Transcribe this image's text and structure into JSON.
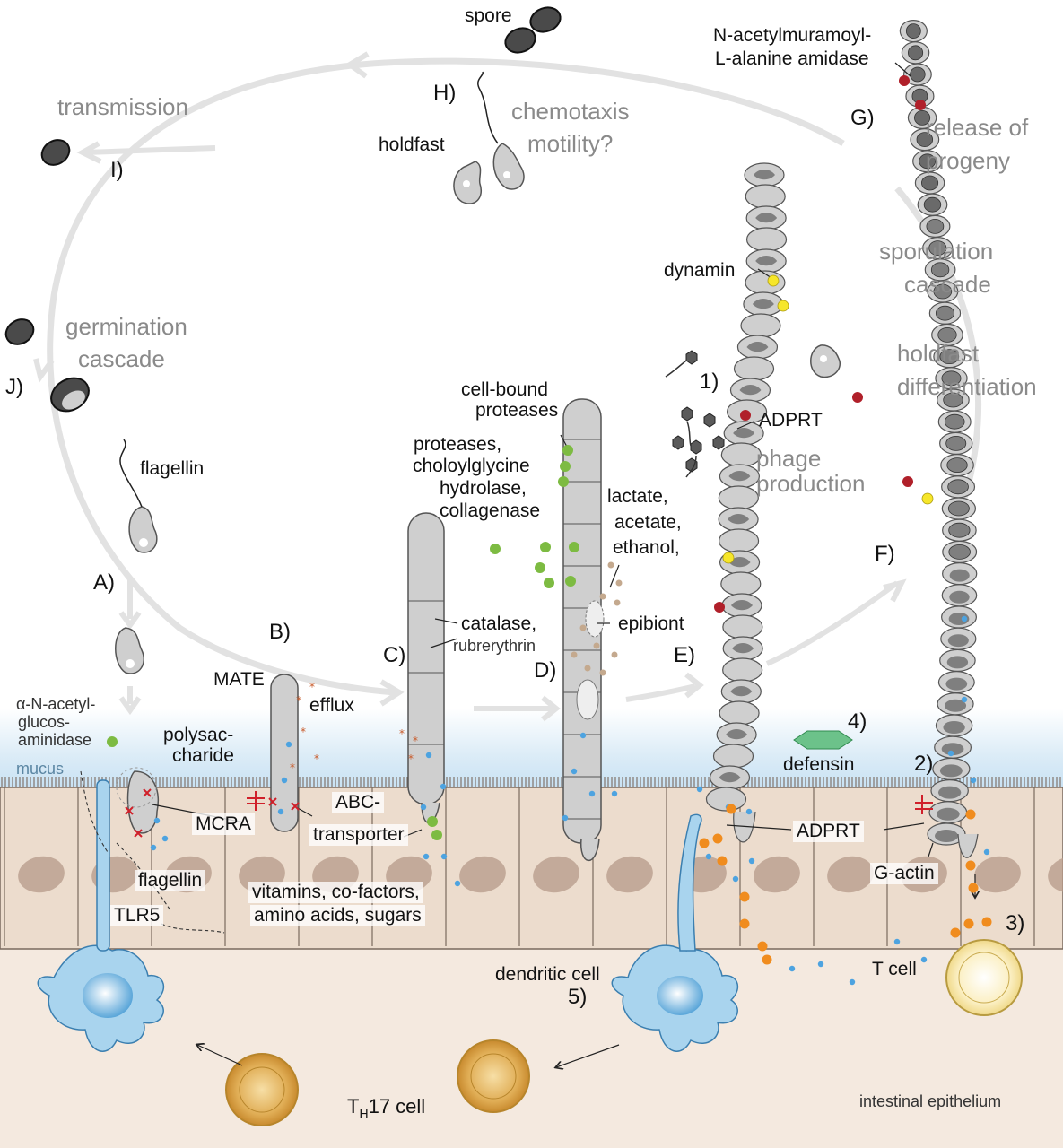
{
  "stages": {
    "spore": "spore",
    "transmission": "transmission",
    "i": "I)",
    "h": "H)",
    "chemotaxis_1": "chemotaxis",
    "chemotaxis_2": "motility?",
    "holdfast": "holdfast",
    "amidase_1": "N-acetylmuramoyl-",
    "amidase_2": "L-alanine amidase",
    "g": "G)",
    "release_1": "release of",
    "release_2": "progeny",
    "germination_1": "germination",
    "germination_2": "cascade",
    "j": "J)",
    "flagellin": "flagellin",
    "a": "A)",
    "b": "B)",
    "c": "C)",
    "d": "D)",
    "e": "E)",
    "f": "F)",
    "dynamin": "dynamin",
    "sporulation_1": "sporulation",
    "sporulation_2": "cascade",
    "holdfast_diff_1": "holdfast",
    "holdfast_diff_2": "differentiation",
    "one": "1)",
    "adprt_top": "ADPRT",
    "phage_1": "phage",
    "phage_2": "production",
    "cellbound_1": "cell-bound",
    "cellbound_2": "proteases",
    "proteases_1": "proteases,",
    "proteases_2": "choloylglycine",
    "proteases_3": "hydrolase,",
    "proteases_4": "collagenase",
    "lactate_1": "lactate,",
    "lactate_2": "acetate,",
    "lactate_3": "ethanol,",
    "catalase_1": "catalase,",
    "catalase_2": "rubrerythrin",
    "epibiont": "epibiont",
    "mate": "MATE",
    "efflux": "efflux",
    "nacetyl_1": "α-N-acetyl-",
    "nacetyl_2": "glucos-",
    "nacetyl_3": "aminidase",
    "polysac_1": "polysac-",
    "polysac_2": "charide",
    "mucus": "mucus",
    "four": "4)",
    "defensin": "defensin",
    "two": "2)",
    "mcra": "MCRA",
    "abc_1": "ABC-",
    "abc_2": "transporter",
    "adprt_bottom": "ADPRT",
    "gactin": "G-actin",
    "flagellin_bottom": "flagellin",
    "tlr5": "TLR5",
    "vitamins_1": "vitamins, co-factors,",
    "vitamins_2": "amino acids, sugars",
    "three": "3)",
    "tcell": "T cell",
    "dendritic_1": "dendritic cell",
    "dendritic_2": "5)",
    "th17_main": "T",
    "th17_sub": "H",
    "th17_rest": "17 cell",
    "epithelium": "intestinal epithelium"
  },
  "colors": {
    "cycle_arrow": "#e2e2e2",
    "filament": "#cfcfcf",
    "filament_dark": "#7f7f7f",
    "spore": "#4a4a4a",
    "mucus": "#cfe6f5",
    "epithelium": "#ecdccd",
    "nucleus": "#b59a88",
    "tissue": "#f4e9df",
    "dendritic": "#a9d4ee",
    "th17": "#dba54a",
    "tcell": "#f7e6a8",
    "green_dot": "#7dbb42",
    "blue_dot": "#4da3e0",
    "orange_dot": "#f08c1e",
    "red_dot": "#b0202a",
    "tan_dot": "#c4a98e",
    "yellow_dot": "#f6e62a",
    "defensin": "#6cc28a"
  }
}
